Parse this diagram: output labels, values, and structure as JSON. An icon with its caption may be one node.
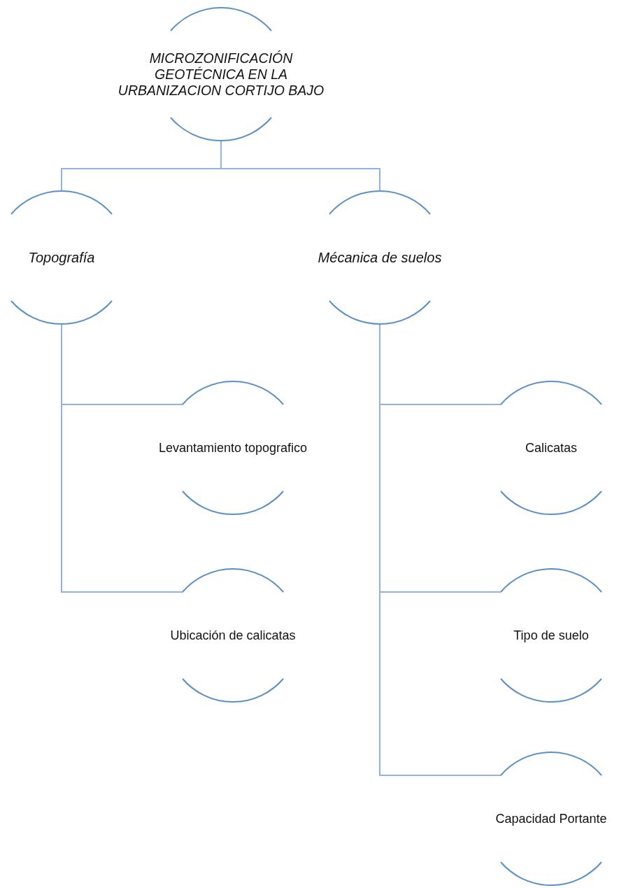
{
  "diagram": {
    "nodes": [
      {
        "text": [
          "MICROZONIFICACIÓN GEOTÉCNICA EN LA URBANIZACION CORTIJO BAJO"
        ]
      },
      {
        "text": [
          "Topografía"
        ]
      },
      {
        "text": [
          "Mécanica de suelos"
        ]
      },
      {
        "text": [
          "Levantamiento topografico"
        ]
      },
      {
        "text": [
          "Ubicación de calicatas"
        ]
      },
      {
        "text": [
          "Calicatas"
        ]
      },
      {
        "text": [
          "Tipo de suelo"
        ]
      },
      {
        "text": [
          "Capacidad Portante"
        ]
      }
    ],
    "edges": [
      {
        "from": 0,
        "to": 1,
        "arrow": "none"
      },
      {
        "from": 0,
        "to": 2,
        "arrow": "none"
      },
      {
        "from": 1,
        "to": 3,
        "arrow": "none"
      },
      {
        "from": 1,
        "to": 4,
        "arrow": "none"
      },
      {
        "from": 2,
        "to": 5,
        "arrow": "none"
      },
      {
        "from": 2,
        "to": 6,
        "arrow": "none"
      },
      {
        "from": 2,
        "to": 7,
        "arrow": "none"
      }
    ]
  }
}
